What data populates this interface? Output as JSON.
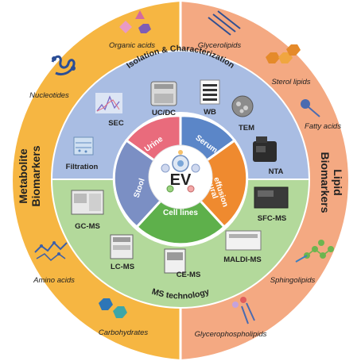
{
  "outer_left": {
    "title_line1": "Metabolite",
    "title_line2": "Biomarkers",
    "items": [
      "Organic acids",
      "Nucleotides",
      "Amino acids",
      "Carbohydrates"
    ]
  },
  "outer_right": {
    "title_line1": "Lipid",
    "title_line2": "Biomarkers",
    "items": [
      "Glycerolipids",
      "Sterol lipids",
      "Fatty acids",
      "Sphingolipids",
      "Glycerophospholipids"
    ]
  },
  "middle_top": {
    "title": "Isolation & Characterization",
    "items": [
      "SEC",
      "UC/DC",
      "WB",
      "TEM",
      "NTA",
      "Filtration"
    ]
  },
  "middle_bottom": {
    "title": "MS technology",
    "items": [
      "GC-MS",
      "LC-MS",
      "CE-MS",
      "SFC-MS",
      "MALDI-MS"
    ]
  },
  "inner": {
    "center": "EV",
    "segments": [
      "Urine",
      "Serum",
      "Pleural effusion",
      "Cell lines",
      "Stool"
    ]
  },
  "colors": {
    "outer_left": "#f6b642",
    "outer_right": "#f4a982",
    "middle_top": "#a9bde3",
    "middle_bottom": "#b3d99b",
    "urine": "#e96b7c",
    "serum": "#5b86c8",
    "pleural": "#ef8a2f",
    "cell_lines": "#5eb04b",
    "stool": "#7b8fc4"
  }
}
